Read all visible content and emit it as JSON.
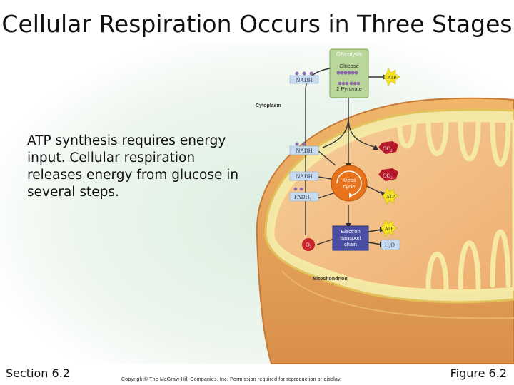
{
  "slide": {
    "title": "Cellular Respiration Occurs in Three Stages",
    "body": "ATP synthesis requires energy input. Cellular respiration releases energy from glucose in several steps.",
    "footer_left": "Section 6.2",
    "footer_right": "Figure 6.2",
    "copyright": "Copyright© The McGraw-Hill Companies, Inc. Permission required for reproduction or display."
  },
  "diagram": {
    "glycolysis_title": "Glycolysis",
    "glucose_label": "Glucose",
    "pyruvate_label": "2 Pyruvate",
    "cytoplasm_label": "Cytoplasm",
    "mitochondrion_label": "Mitochondrion",
    "krebs_line1": "Krebs",
    "krebs_line2": "cycle",
    "etc_line1": "Electron",
    "etc_line2": "transport",
    "etc_line3": "chain",
    "nadh": "NADH",
    "fadh2": "FADH",
    "fadh2_sub": "2",
    "atp": "ATP",
    "co2": "CO",
    "co2_sub": "2",
    "h2o_h": "H",
    "h2o_sub": "2",
    "h2o_o": "O",
    "o2": "O",
    "o2_sub": "2"
  },
  "colors": {
    "glycolysis_box": "#b9d79a",
    "krebs": "#e9731c",
    "etc": "#4a4fa3",
    "mito_outer": "#e8a25a",
    "matrix": "#f2bd86",
    "atp": "#f3e21d",
    "nadh_label": "#c9dcef",
    "o2": "#c8242b",
    "molecule_dot": "#8b6aa8"
  }
}
